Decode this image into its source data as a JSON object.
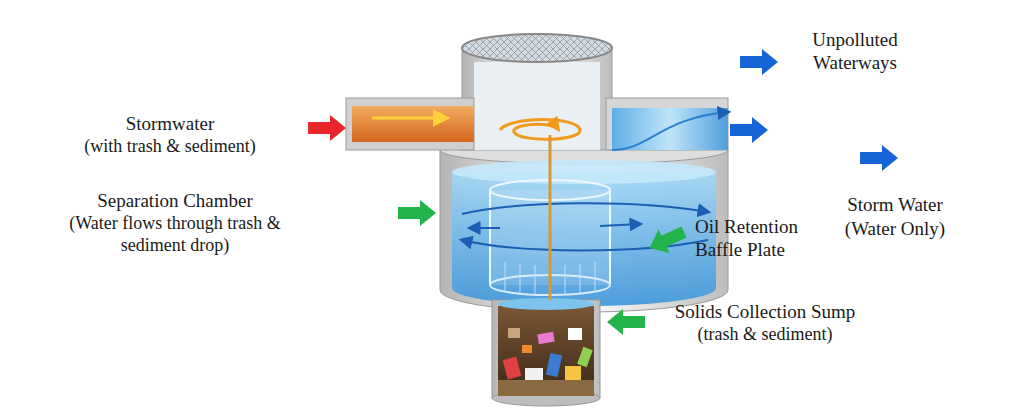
{
  "diagram": {
    "labels": [
      "Stormwater",
      "(with trash & sediment)",
      "Separation Chamber",
      "(Water flows through trash & sediment drop)",
      "Oil Retention Baffle Plate",
      "Solids Collection Sump",
      "(trash & sediment)",
      "Unpolluted Waterways",
      "Storm Water",
      "(Water Only)"
    ]
  }
}
